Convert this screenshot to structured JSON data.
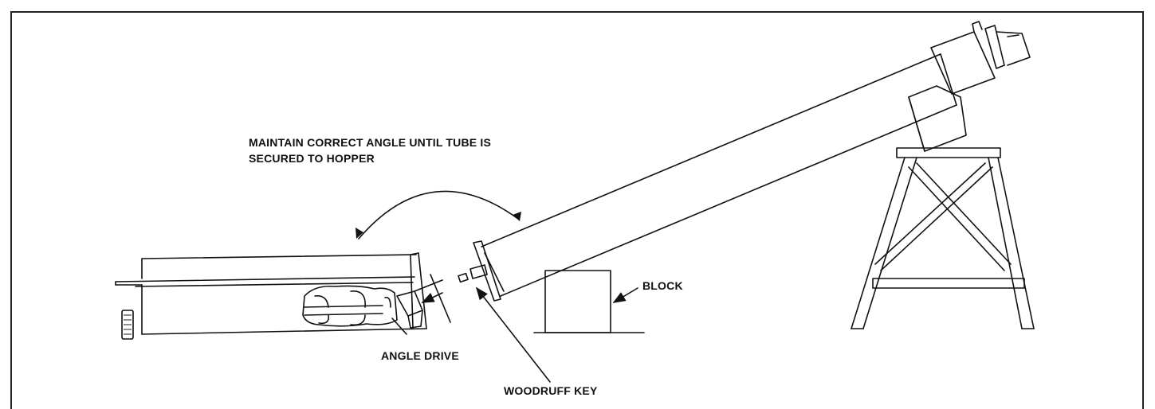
{
  "diagram": {
    "labels": {
      "instruction_line1": "MAINTAIN CORRECT ANGLE UNTIL TUBE IS",
      "instruction_line2": "SECURED TO HOPPER",
      "block": "BLOCK",
      "angle_drive": "ANGLE DRIVE",
      "woodruff_key": "WOODRUFF KEY"
    },
    "colors": {
      "line": "#111111",
      "background": "#ffffff"
    }
  }
}
